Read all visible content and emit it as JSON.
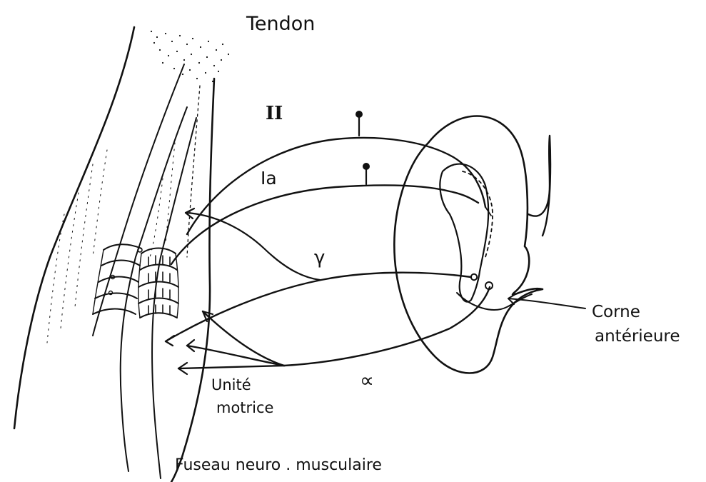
{
  "labels": {
    "tendon": "Tendon",
    "fiber_ii": "II",
    "fiber_ia": "Ia",
    "gamma": "γ",
    "alpha": "∝",
    "unite": "Unité",
    "motrice": "motrice",
    "corne": "Corne",
    "anterieure": "antérieure",
    "fuseau": "Fuseau neuro . musculaire"
  },
  "colors": {
    "ink": "#111111",
    "paper": "#ffffff"
  }
}
